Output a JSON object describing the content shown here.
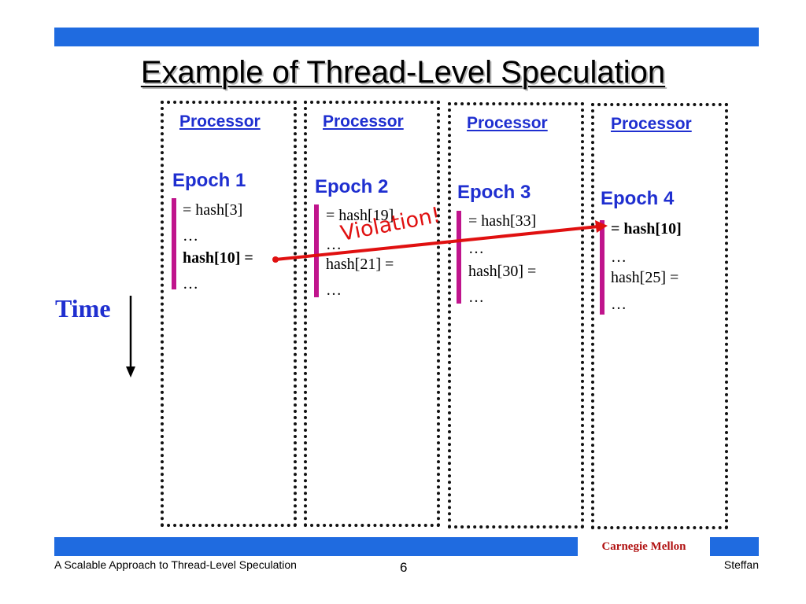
{
  "slide": {
    "title": "Example of Thread-Level Speculation",
    "time_label": "Time",
    "violation_label": "Violation!",
    "accent_blue": "#1f6be0",
    "label_blue": "#1f2fd0",
    "epoch_bar_color": "#c0148c",
    "violation_color": "#e01010"
  },
  "processors": [
    {
      "label": "Processor",
      "epoch": "Epoch 1",
      "lines": [
        {
          "text": "= hash[3]",
          "bold": false
        },
        {
          "text": "…",
          "bold": false
        },
        {
          "text": "hash[10] =",
          "bold": true
        },
        {
          "text": "…",
          "bold": false
        }
      ]
    },
    {
      "label": "Processor",
      "epoch": "Epoch 2",
      "lines": [
        {
          "text": "= hash[19]",
          "bold": false
        },
        {
          "text": "…",
          "bold": false
        },
        {
          "text": "hash[21] =",
          "bold": false
        },
        {
          "text": "…",
          "bold": false
        }
      ]
    },
    {
      "label": "Processor",
      "epoch": "Epoch 3",
      "lines": [
        {
          "text": "= hash[33]",
          "bold": false
        },
        {
          "text": "…",
          "bold": false
        },
        {
          "text": "hash[30] =",
          "bold": false
        },
        {
          "text": "…",
          "bold": false
        }
      ]
    },
    {
      "label": "Processor",
      "epoch": "Epoch 4",
      "lines": [
        {
          "text": "= hash[10]",
          "bold": true
        },
        {
          "text": "…",
          "bold": false
        },
        {
          "text": "hash[25] =",
          "bold": false
        },
        {
          "text": "…",
          "bold": false
        }
      ]
    }
  ],
  "footer": {
    "brand": "Carnegie Mellon",
    "left": "A Scalable Approach to Thread-Level Speculation",
    "page": "6",
    "right": "Steffan"
  }
}
